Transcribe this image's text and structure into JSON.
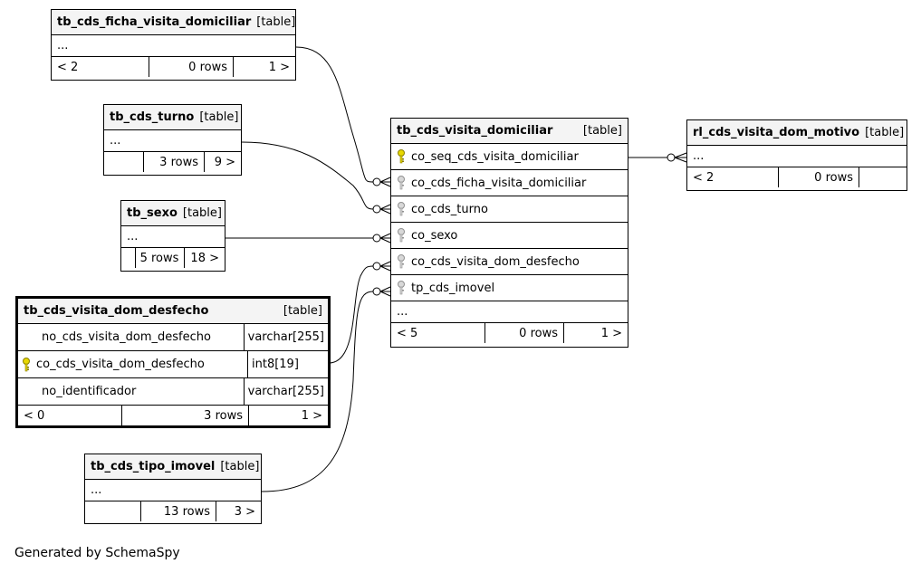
{
  "tables": {
    "ficha": {
      "name": "tb_cds_ficha_visita_domiciliar",
      "type": "[table]",
      "dots": "...",
      "footer": {
        "prev": "< 2",
        "rows": "0 rows",
        "next": "1 >"
      }
    },
    "turno": {
      "name": "tb_cds_turno",
      "type": "[table]",
      "dots": "...",
      "footer": {
        "prev": "",
        "rows": "3 rows",
        "next": "9 >"
      }
    },
    "sexo": {
      "name": "tb_sexo",
      "type": "[table]",
      "dots": "...",
      "footer": {
        "prev": "",
        "rows": "5 rows",
        "next": "18 >"
      }
    },
    "desfecho": {
      "name": "tb_cds_visita_dom_desfecho",
      "type": "[table]",
      "columns": [
        {
          "name": "no_cds_visita_dom_desfecho",
          "datatype": "varchar[255]",
          "key": "none"
        },
        {
          "name": "co_cds_visita_dom_desfecho",
          "datatype": "int8[19]",
          "key": "primary"
        },
        {
          "name": "no_identificador",
          "datatype": "varchar[255]",
          "key": "none"
        }
      ],
      "footer": {
        "prev": "< 0",
        "rows": "3 rows",
        "next": "1 >"
      }
    },
    "tipo_imovel": {
      "name": "tb_cds_tipo_imovel",
      "type": "[table]",
      "dots": "...",
      "footer": {
        "prev": "",
        "rows": "13 rows",
        "next": "3 >"
      }
    },
    "visita": {
      "name": "tb_cds_visita_domiciliar",
      "type": "[table]",
      "columns": [
        {
          "name": "co_seq_cds_visita_domiciliar",
          "key": "primary"
        },
        {
          "name": "co_cds_ficha_visita_domiciliar",
          "key": "foreign"
        },
        {
          "name": "co_cds_turno",
          "key": "foreign"
        },
        {
          "name": "co_sexo",
          "key": "foreign"
        },
        {
          "name": "co_cds_visita_dom_desfecho",
          "key": "foreign"
        },
        {
          "name": "tp_cds_imovel",
          "key": "foreign"
        }
      ],
      "dots": "...",
      "footer": {
        "prev": "< 5",
        "rows": "0 rows",
        "next": "1 >"
      }
    },
    "motivo": {
      "name": "rl_cds_visita_dom_motivo",
      "type": "[table]",
      "dots": "...",
      "footer": {
        "prev": "< 2",
        "rows": "0 rows",
        "next": ""
      }
    }
  },
  "footer_text": "Generated by SchemaSpy",
  "colors": {
    "primary_key": "#e8d800",
    "foreign_key": "#b0b0b0",
    "border": "#000000",
    "header_bg": "#f4f4f4"
  }
}
